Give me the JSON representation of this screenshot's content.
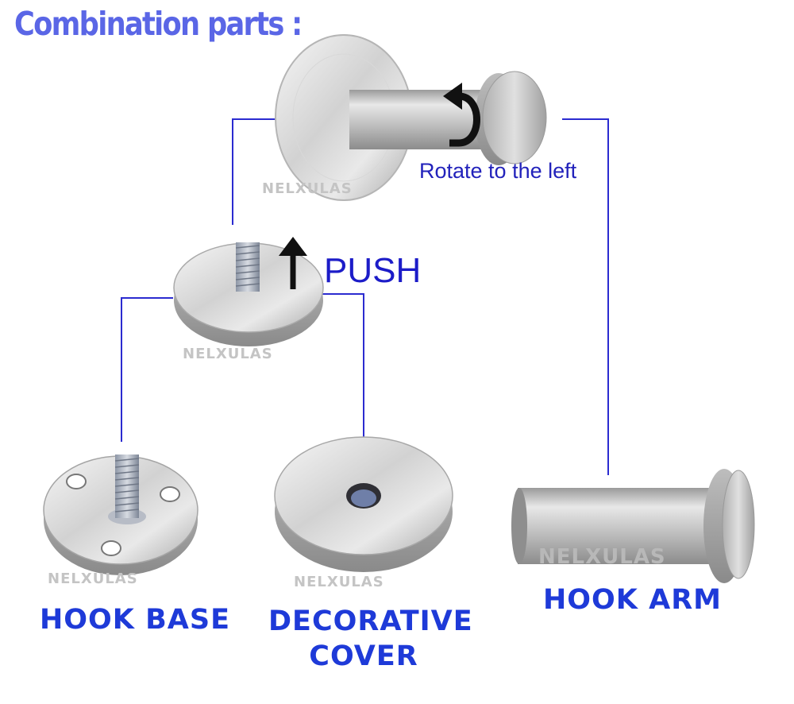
{
  "title": "Combination parts :",
  "annotations": {
    "rotate": "Rotate to the left",
    "push": "PUSH"
  },
  "labels": {
    "hook_base": "HOOK BASE",
    "decorative_cover_line1": "DECORATIVE",
    "decorative_cover_line2": "COVER",
    "hook_arm": "HOOK ARM"
  },
  "watermark": "NELXULAS",
  "colors": {
    "title": "#5a66e6",
    "labels": "#1e3ad8",
    "connector_lines": "#2b2bd0",
    "arrows": "#111111",
    "watermark": "#c4c4c4"
  },
  "icons": [
    "rotate-left-arrow-icon",
    "push-up-arrow-icon"
  ]
}
